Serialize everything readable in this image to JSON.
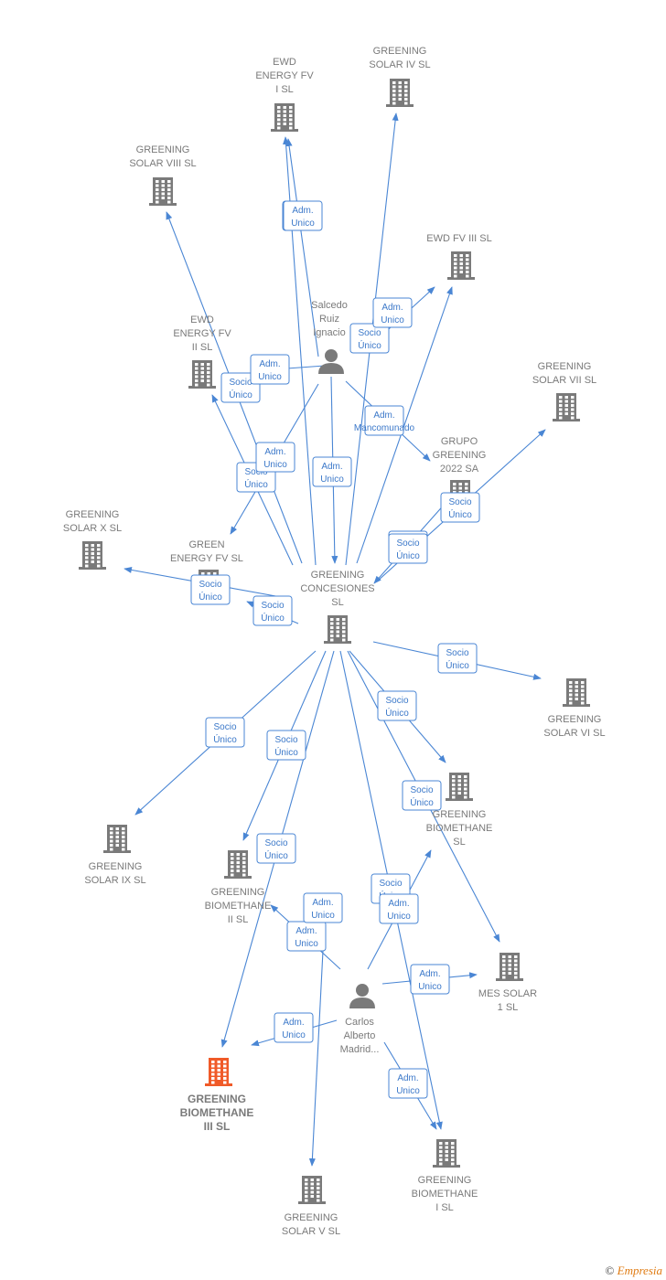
{
  "colors": {
    "edge": "#4a86d4",
    "company": "#7a7a7a",
    "focus_company": "#f05a28",
    "person": "#7a7a7a"
  },
  "nodes": [
    {
      "id": "greening-concesiones",
      "type": "company",
      "lines": [
        "GREENING",
        "CONCESIONES",
        "SL"
      ]
    },
    {
      "id": "ewd-energy-fv-i",
      "type": "company",
      "lines": [
        "EWD",
        "ENERGY FV",
        "I  SL"
      ]
    },
    {
      "id": "greening-solar-iv",
      "type": "company",
      "lines": [
        "GREENING",
        "SOLAR IV  SL"
      ]
    },
    {
      "id": "greening-solar-viii",
      "type": "company",
      "lines": [
        "GREENING",
        "SOLAR VIII  SL"
      ]
    },
    {
      "id": "ewd-fv-iii",
      "type": "company",
      "lines": [
        "EWD FV III  SL"
      ]
    },
    {
      "id": "ewd-energy-fv-ii",
      "type": "company",
      "lines": [
        "EWD",
        "ENERGY FV",
        "II  SL"
      ]
    },
    {
      "id": "greening-solar-vii",
      "type": "company",
      "lines": [
        "GREENING",
        "SOLAR VII  SL"
      ]
    },
    {
      "id": "grupo-greening-2022",
      "type": "company",
      "lines": [
        "GRUPO",
        "GREENING",
        "2022 SA"
      ]
    },
    {
      "id": "greening-solar-x",
      "type": "company",
      "lines": [
        "GREENING",
        "SOLAR X  SL"
      ]
    },
    {
      "id": "green-energy-fv",
      "type": "company",
      "lines": [
        "GREEN",
        "ENERGY FV  SL"
      ]
    },
    {
      "id": "greening-solar-vi",
      "type": "company",
      "lines": [
        "GREENING",
        "SOLAR VI  SL"
      ]
    },
    {
      "id": "greening-biomethane",
      "type": "company",
      "lines": [
        "GREENING",
        "BIOMETHANE",
        "SL"
      ]
    },
    {
      "id": "greening-solar-ix",
      "type": "company",
      "lines": [
        "GREENING",
        "SOLAR IX  SL"
      ]
    },
    {
      "id": "greening-biomethane-ii",
      "type": "company",
      "lines": [
        "GREENING",
        "BIOMETHANE",
        "II  SL"
      ]
    },
    {
      "id": "mes-solar-1",
      "type": "company",
      "lines": [
        "MES SOLAR",
        "1  SL"
      ]
    },
    {
      "id": "greening-biomethane-iii",
      "type": "focus",
      "lines": [
        "GREENING",
        "BIOMETHANE",
        "III  SL"
      ]
    },
    {
      "id": "greening-biomethane-i",
      "type": "company",
      "lines": [
        "GREENING",
        "BIOMETHANE",
        "I  SL"
      ]
    },
    {
      "id": "greening-solar-v",
      "type": "company",
      "lines": [
        "GREENING",
        "SOLAR V  SL"
      ]
    },
    {
      "id": "salcedo",
      "type": "person",
      "lines": [
        "Salcedo",
        "Ruiz",
        "Ignacio"
      ]
    },
    {
      "id": "carlos",
      "type": "person",
      "lines": [
        "Carlos",
        "Alberto",
        "Madrid..."
      ]
    }
  ],
  "edges": [
    {
      "from": "greening-concesiones",
      "to": "ewd-energy-fv-i",
      "label": [
        "Socio",
        "Único"
      ]
    },
    {
      "from": "greening-concesiones",
      "to": "greening-solar-iv",
      "label": [
        "Socio",
        "Único"
      ]
    },
    {
      "from": "greening-concesiones",
      "to": "greening-solar-viii",
      "label": [
        "Socio",
        "Único"
      ]
    },
    {
      "from": "greening-concesiones",
      "to": "ewd-fv-iii",
      "label": [
        "Socio",
        "Único"
      ]
    },
    {
      "from": "greening-concesiones",
      "to": "ewd-energy-fv-ii",
      "label": [
        "Socio",
        "Único"
      ]
    },
    {
      "from": "greening-concesiones",
      "to": "greening-solar-vii",
      "label": [
        "Socio",
        "Único"
      ]
    },
    {
      "from": "greening-concesiones",
      "to": "greening-solar-x",
      "label": [
        "Socio",
        "Único"
      ]
    },
    {
      "from": "greening-concesiones",
      "to": "green-energy-fv",
      "label": [
        "Socio",
        "Único"
      ]
    },
    {
      "from": "greening-concesiones",
      "to": "greening-solar-vi",
      "label": [
        "Socio",
        "Único"
      ]
    },
    {
      "from": "greening-concesiones",
      "to": "greening-biomethane",
      "label": [
        "Socio",
        "Único"
      ]
    },
    {
      "from": "greening-concesiones",
      "to": "greening-solar-ix",
      "label": [
        "Socio",
        "Único"
      ]
    },
    {
      "from": "greening-concesiones",
      "to": "greening-biomethane-ii",
      "label": [
        "Socio",
        "Único"
      ]
    },
    {
      "from": "greening-concesiones",
      "to": "mes-solar-1",
      "label": [
        "Socio",
        "Único"
      ]
    },
    {
      "from": "greening-concesiones",
      "to": "greening-biomethane-iii",
      "label": [
        "Socio",
        "Único"
      ]
    },
    {
      "from": "greening-concesiones",
      "to": "greening-biomethane-i",
      "label": [
        "Socio",
        "Único"
      ]
    },
    {
      "from": "grupo-greening-2022",
      "to": "greening-concesiones",
      "label": [
        "Socio",
        "Único"
      ]
    },
    {
      "from": "salcedo",
      "to": "ewd-energy-fv-i",
      "label": [
        "Adm.",
        "Unico"
      ]
    },
    {
      "from": "salcedo",
      "to": "ewd-fv-iii",
      "label": [
        "Adm.",
        "Unico"
      ]
    },
    {
      "from": "salcedo",
      "to": "ewd-energy-fv-ii",
      "label": [
        "Adm.",
        "Unico"
      ]
    },
    {
      "from": "salcedo",
      "to": "grupo-greening-2022",
      "label": [
        "Adm.",
        "Mancomunado"
      ]
    },
    {
      "from": "salcedo",
      "to": "green-energy-fv",
      "label": [
        "Adm.",
        "Unico"
      ]
    },
    {
      "from": "salcedo",
      "to": "greening-concesiones",
      "label": [
        "Adm.",
        "Unico"
      ]
    },
    {
      "from": "carlos",
      "to": "greening-biomethane",
      "label": [
        "Adm.",
        "Unico"
      ]
    },
    {
      "from": "carlos",
      "to": "greening-biomethane-ii",
      "label": [
        "Adm.",
        "Unico"
      ]
    },
    {
      "from": "carlos",
      "to": "mes-solar-1",
      "label": [
        "Adm.",
        "Unico"
      ]
    },
    {
      "from": "carlos",
      "to": "greening-biomethane-iii",
      "label": [
        "Adm.",
        "Unico"
      ]
    },
    {
      "from": "carlos",
      "to": "greening-biomethane-i",
      "label": [
        "Adm.",
        "Unico"
      ]
    },
    {
      "from": "carlos",
      "to": "greening-solar-v",
      "label": [
        "Adm.",
        "Unico"
      ]
    }
  ],
  "footer": {
    "copyright_symbol": "©",
    "brand": "Empresia"
  }
}
